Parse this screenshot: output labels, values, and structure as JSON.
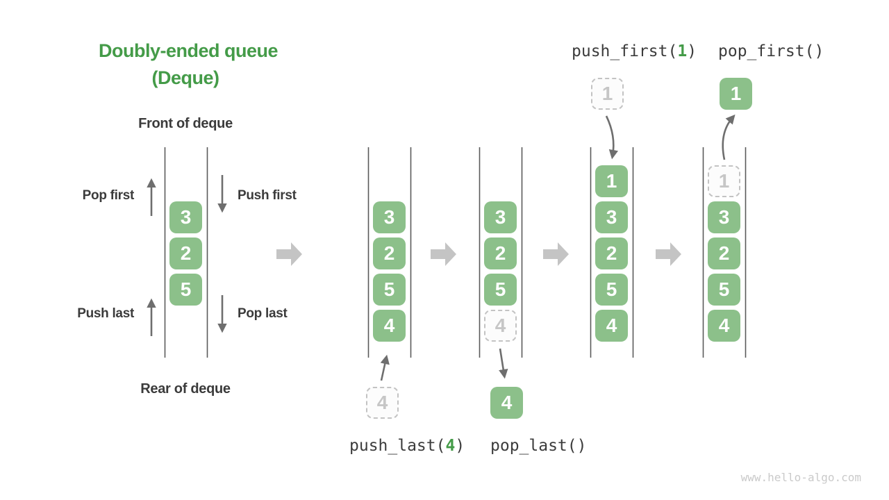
{
  "title": {
    "line1": "Doubly-ended queue",
    "line2": "(Deque)"
  },
  "labels": {
    "front": "Front of deque",
    "rear": "Rear of deque",
    "pop_first": "Pop first",
    "push_first": "Push first",
    "push_last": "Push last",
    "pop_last": "Pop last"
  },
  "operations": {
    "push_first": {
      "prefix": "push_first(",
      "arg": "1",
      "suffix": ")"
    },
    "pop_first": "pop_first()",
    "push_last": {
      "prefix": "push_last(",
      "arg": "4",
      "suffix": ")"
    },
    "pop_last": "pop_last()"
  },
  "stages": [
    {
      "name": "initial deque",
      "items": [
        "3",
        "2",
        "5"
      ]
    },
    {
      "name": "push_last staging",
      "items": [
        "3",
        "2",
        "5",
        "4"
      ],
      "staged": "4"
    },
    {
      "name": "pop_last result",
      "items": [
        "3",
        "2",
        "5"
      ],
      "ghost": "4",
      "popped": "4"
    },
    {
      "name": "push_first result",
      "items": [
        "1",
        "3",
        "2",
        "5",
        "4"
      ],
      "staged": "1"
    },
    {
      "name": "pop_first result",
      "items": [
        "3",
        "2",
        "5",
        "4"
      ],
      "ghost": "1",
      "popped": "1"
    }
  ],
  "colors": {
    "accent_green": "#449B48",
    "cell_green": "#8CC08A",
    "arrow_gray": "#6E6E6E",
    "block_arrow_gray": "#C4C4C4",
    "dashed_gray": "#C3C3C3",
    "text_dark": "#3B3B3B"
  },
  "watermark": "www.hello-algo.com"
}
